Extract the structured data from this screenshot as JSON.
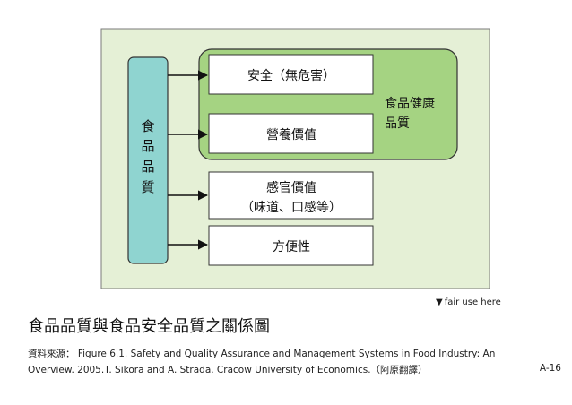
{
  "diagram": {
    "quality_label": "食品品質",
    "subgroup_label_line1": "食品健康",
    "subgroup_label_line2": "品質",
    "boxes": {
      "safety": "安全（無危害）",
      "nutrition": "營養價值",
      "sensory_line1": "感官價值",
      "sensory_line2": "（味道、口感等）",
      "convenience": "方便性"
    },
    "colors": {
      "background_panel": "#e5f0d6",
      "panel_border": "#7a7a7a",
      "quality_bar": "#8fd4d0",
      "subgroup_fill": "#a5d382",
      "box_fill": "#ffffff",
      "arrow": "#111111"
    }
  },
  "footer": {
    "fair_use_marker": "▼",
    "fair_use": "fair use here",
    "caption": "食品品質與食品安全品質之關係圖",
    "source_line1": "資料來源： Figure 6.1. Safety and Quality Assurance and Management Systems in Food Industry: An",
    "source_line2": "Overview. 2005.T. Sikora and A. Strada. Cracow University of Economics.（阿原翻譯）",
    "page_number": "A-16"
  }
}
